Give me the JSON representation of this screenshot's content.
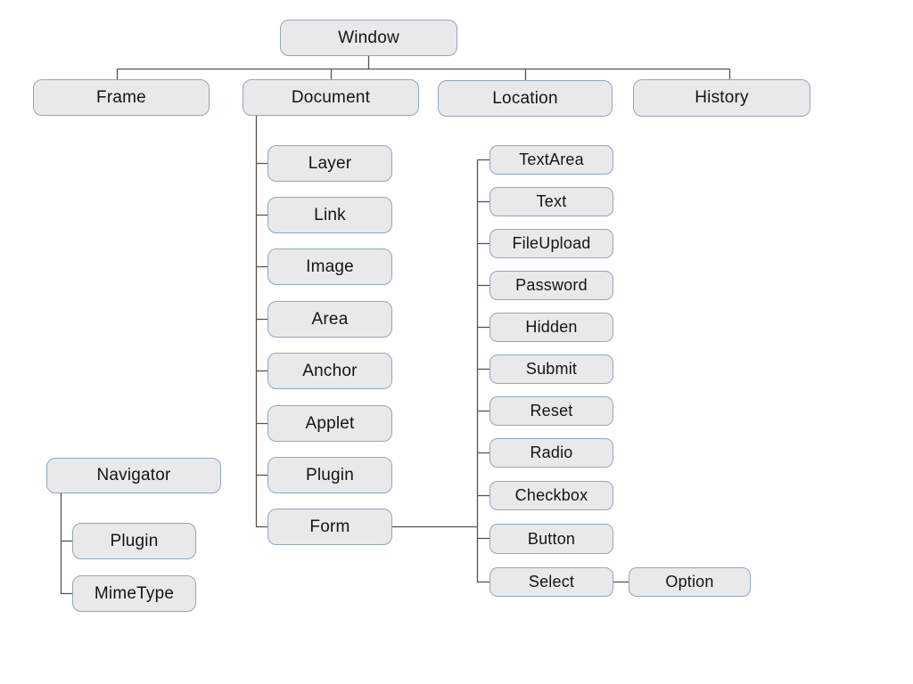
{
  "colors": {
    "box_fill": "#e9e9e9",
    "box_border": "#93a6bc",
    "line": "#555250",
    "text": "#141414",
    "background": "#ffffff"
  },
  "nodes": {
    "window": "Window",
    "frame": "Frame",
    "document": "Document",
    "location": "Location",
    "history": "History",
    "layer": "Layer",
    "link": "Link",
    "image": "Image",
    "area": "Area",
    "anchor": "Anchor",
    "applet": "Applet",
    "plugin": "Plugin",
    "form": "Form",
    "textarea": "TextArea",
    "text": "Text",
    "fileupload": "FileUpload",
    "password": "Password",
    "hidden": "Hidden",
    "submit": "Submit",
    "reset": "Reset",
    "radio": "Radio",
    "checkbox": "Checkbox",
    "button": "Button",
    "select": "Select",
    "option": "Option",
    "navigator": "Navigator",
    "nav_plugin": "Plugin",
    "mimetype": "MimeType"
  },
  "hierarchy": [
    {
      "parent": "Window",
      "children": [
        "Frame",
        "Document",
        "Location",
        "History"
      ]
    },
    {
      "parent": "Document",
      "children": [
        "Layer",
        "Link",
        "Image",
        "Area",
        "Anchor",
        "Applet",
        "Plugin",
        "Form"
      ]
    },
    {
      "parent": "Form",
      "children": [
        "TextArea",
        "Text",
        "FileUpload",
        "Password",
        "Hidden",
        "Submit",
        "Reset",
        "Radio",
        "Checkbox",
        "Button",
        "Select"
      ]
    },
    {
      "parent": "Select",
      "children": [
        "Option"
      ]
    },
    {
      "parent": "Navigator",
      "children": [
        "Plugin",
        "MimeType"
      ]
    }
  ]
}
